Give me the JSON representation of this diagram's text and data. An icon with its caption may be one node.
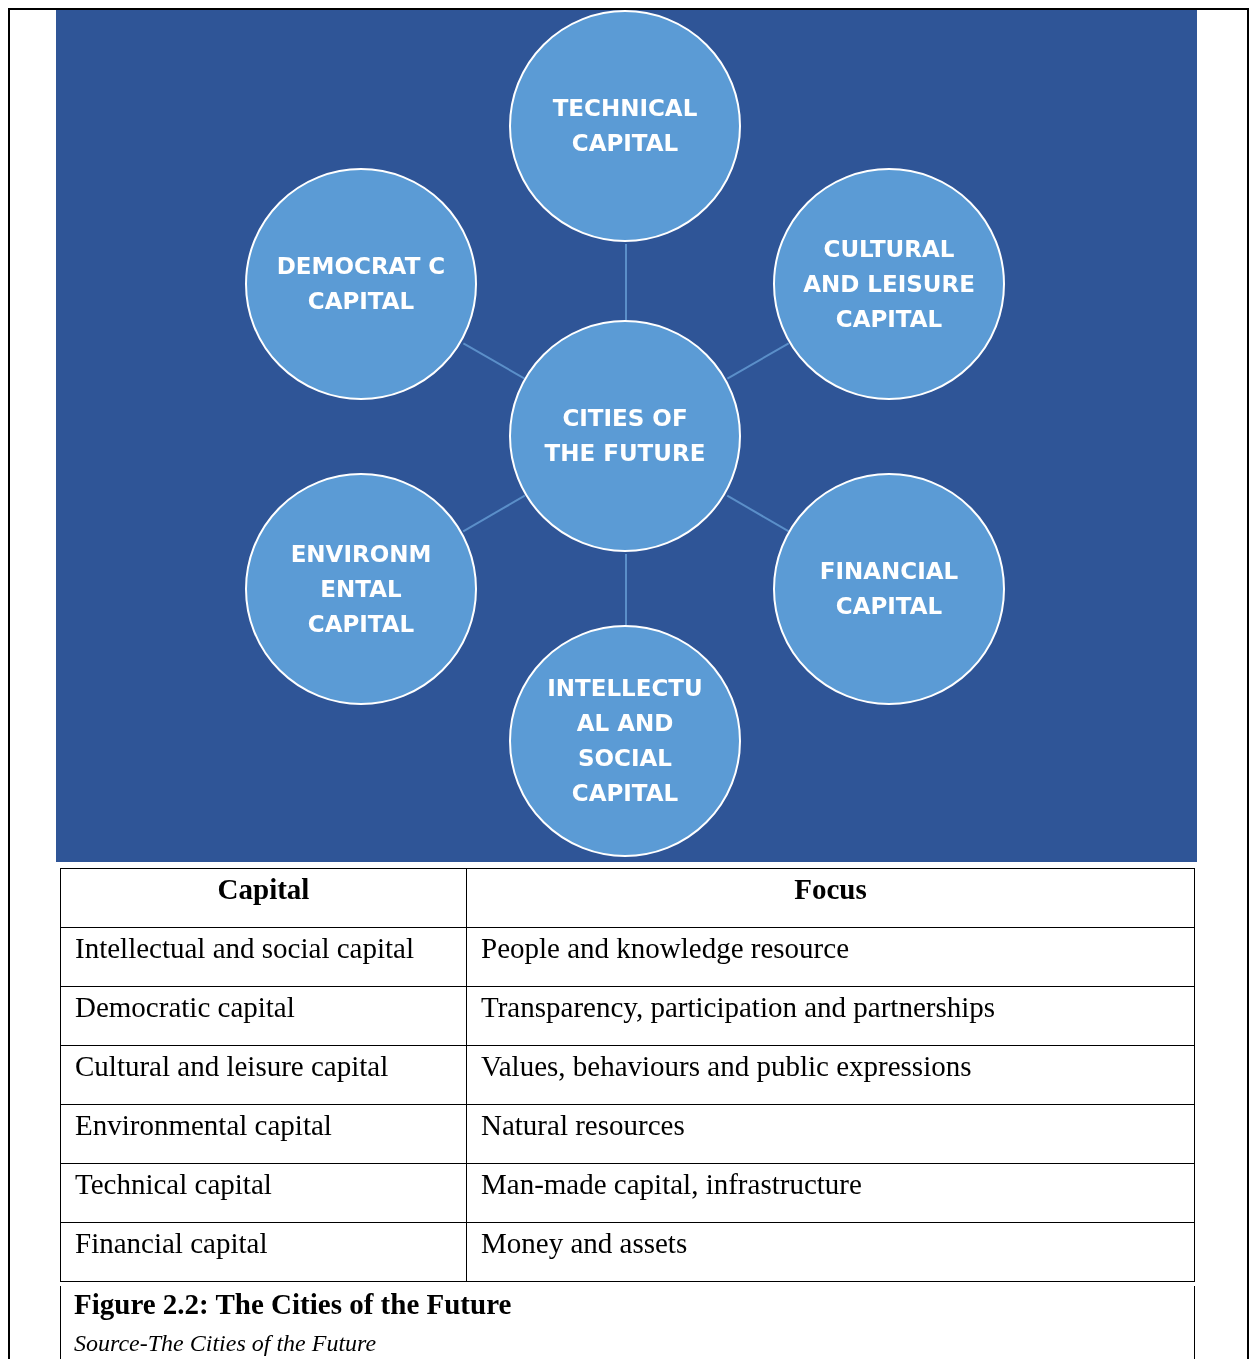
{
  "diagram": {
    "caption": "Figure 2.2: The Cities of the Future",
    "nodes": [
      {
        "text": [
          "TECHNICAL CAPITAL"
        ]
      },
      {
        "text": [
          "DEMOCRAT C CAPITAL"
        ]
      },
      {
        "text": [
          "CULTURAL AND LEISURE CAPITAL"
        ]
      },
      {
        "text": [
          "CITIES OF THE FUTURE"
        ]
      },
      {
        "text": [
          "ENVIRONM ENTAL CAPITAL"
        ]
      },
      {
        "text": [
          "FINANCIAL CAPITAL"
        ]
      },
      {
        "text": [
          "INTELLECTU AL AND SOCIAL CAPITAL"
        ]
      }
    ],
    "edges": [
      {
        "from": 3,
        "to": 0,
        "arrow": "none"
      },
      {
        "from": 3,
        "to": 1,
        "arrow": "none"
      },
      {
        "from": 3,
        "to": 2,
        "arrow": "none"
      },
      {
        "from": 3,
        "to": 4,
        "arrow": "none"
      },
      {
        "from": 3,
        "to": 5,
        "arrow": "none"
      },
      {
        "from": 3,
        "to": 6,
        "arrow": "none"
      }
    ],
    "labels": [
      "Capital",
      "Focus",
      "Intellectual and social capital",
      "People and knowledge resource",
      "Democratic capital",
      "Transparency, participation and partnerships",
      "Cultural and leisure capital",
      "Values, behaviours and public expressions",
      "Environmental capital",
      "Natural resources",
      "Technical capital",
      "Man-made capital, infrastructure",
      "Financial capital",
      "Money and assets",
      "Source-The Cities of the Future"
    ]
  }
}
